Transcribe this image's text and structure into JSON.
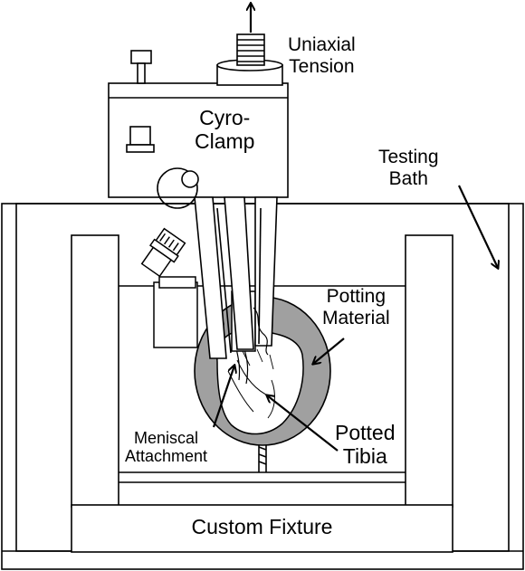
{
  "labels": {
    "uniaxial_line1": "Uniaxial",
    "uniaxial_line2": "Tension",
    "clamp_line1": "Cyro-",
    "clamp_line2": "Clamp",
    "bath_line1": "Testing",
    "bath_line2": "Bath",
    "potting_line1": "Potting",
    "potting_line2": "Material",
    "tibia_line1": "Potted",
    "tibia_line2": "Tibia",
    "meniscal_line1": "Meniscal",
    "meniscal_line2": "Attachment",
    "fixture": "Custom Fixture"
  },
  "colors": {
    "line": "#000000",
    "fill": "#ffffff",
    "potting": "#a0a0a0",
    "clamp_shade": "#e0e0e0"
  }
}
